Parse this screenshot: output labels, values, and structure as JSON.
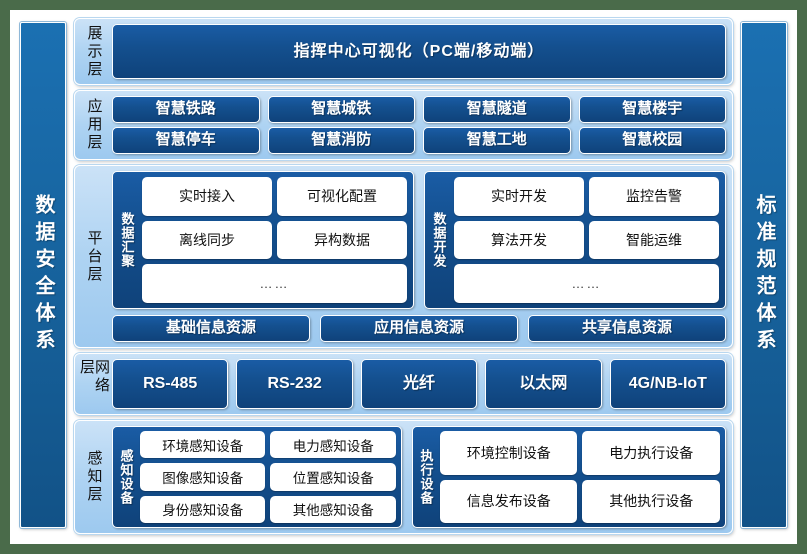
{
  "left_pillar": {
    "label": "数据安全体系"
  },
  "right_pillar": {
    "label": "标准规范体系"
  },
  "layers": {
    "display": {
      "label": "展示层",
      "bar": "指挥中心可视化（PC端/移动端）"
    },
    "application": {
      "label": "应用层",
      "items": [
        "智慧铁路",
        "智慧城铁",
        "智慧隧道",
        "智慧楼宇",
        "智慧停车",
        "智慧消防",
        "智慧工地",
        "智慧校园"
      ]
    },
    "platform": {
      "label": "平台层",
      "groups": [
        {
          "label": "数据汇聚",
          "cells": [
            "实时接入",
            "可视化配置",
            "离线同步",
            "异构数据"
          ],
          "more": "……"
        },
        {
          "label": "数据开发",
          "cells": [
            "实时开发",
            "监控告警",
            "算法开发",
            "智能运维"
          ],
          "more": "……"
        }
      ],
      "resources": [
        "基础信息资源",
        "应用信息资源",
        "共享信息资源"
      ]
    },
    "network": {
      "label": "网络层",
      "items": [
        "RS-485",
        "RS-232",
        "光纤",
        "以太网",
        "4G/NB-IoT"
      ]
    },
    "sense": {
      "label": "感知层",
      "groups": [
        {
          "label": "感知设备",
          "cells": [
            "环境感知设备",
            "电力感知设备",
            "图像感知设备",
            "位置感知设备",
            "身份感知设备",
            "其他感知设备"
          ]
        },
        {
          "label": "执行设备",
          "cells": [
            "环境控制设备",
            "电力执行设备",
            "信息发布设备",
            "其他执行设备"
          ]
        }
      ]
    }
  },
  "colors": {
    "frame": "#4a6b4a",
    "pillar": "#17649f",
    "layer_bg": "#aed3f2",
    "chip": "#14508f",
    "cell": "#ffffff"
  }
}
